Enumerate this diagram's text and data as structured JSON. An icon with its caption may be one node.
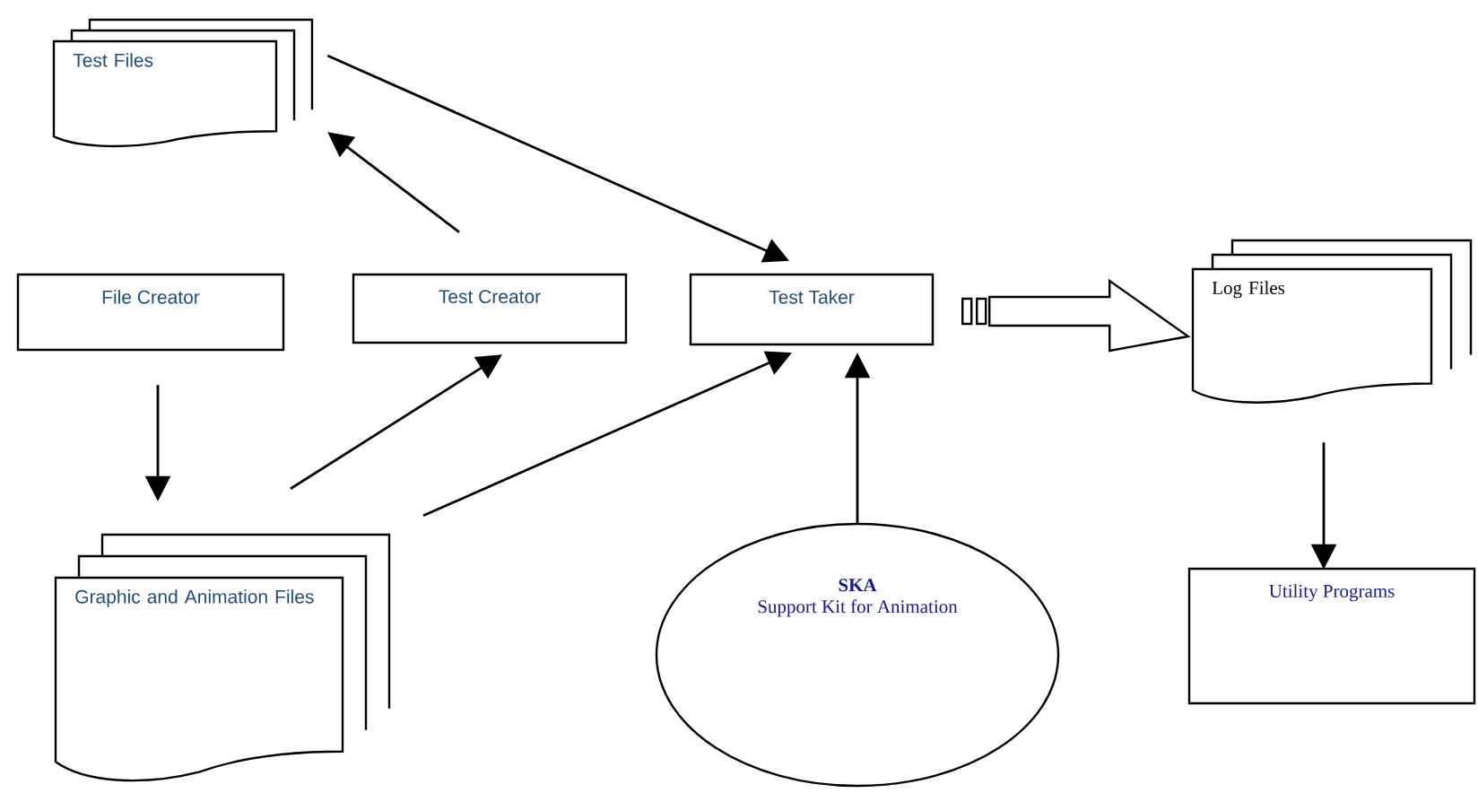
{
  "diagram": {
    "nodes": [
      {
        "text": [
          "Test Files"
        ]
      },
      {
        "text": [
          "File Creator"
        ]
      },
      {
        "text": [
          "Test Creator"
        ]
      },
      {
        "text": [
          "Test Taker"
        ]
      },
      {
        "text": [
          "Log Files"
        ]
      },
      {
        "text": [
          "Graphic and Animation Files"
        ]
      },
      {
        "text": [
          "SKA",
          "Support Kit for Animation"
        ]
      },
      {
        "text": [
          "Utility Programs"
        ]
      }
    ],
    "edges": [
      {
        "from": 0,
        "to": 3,
        "arrow": "to"
      },
      {
        "from": 2,
        "to": 0,
        "arrow": "to"
      },
      {
        "from": 1,
        "to": 5,
        "arrow": "to"
      },
      {
        "from": 5,
        "to": 2,
        "arrow": "to"
      },
      {
        "from": 5,
        "to": 3,
        "arrow": "to"
      },
      {
        "from": 6,
        "to": 3,
        "arrow": "to"
      },
      {
        "from": 3,
        "to": 4,
        "arrow": "to",
        "style": "thick"
      },
      {
        "from": 4,
        "to": 7,
        "arrow": "to"
      }
    ]
  }
}
